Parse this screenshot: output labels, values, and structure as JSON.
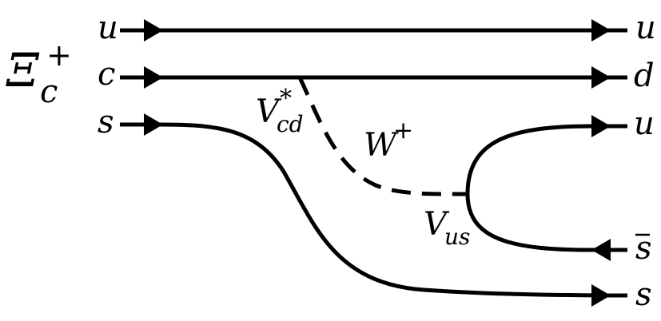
{
  "hadron": {
    "name": "Ξ",
    "sub": "c",
    "sup": "+"
  },
  "incoming": [
    {
      "id": "u",
      "label": "u"
    },
    {
      "id": "c",
      "label": "c"
    },
    {
      "id": "s",
      "label": "s"
    }
  ],
  "outgoing": [
    {
      "id": "u",
      "label": "u"
    },
    {
      "id": "d",
      "label": "d"
    },
    {
      "id": "u2",
      "label": "u"
    },
    {
      "id": "sbar",
      "label": "s"
    },
    {
      "id": "s",
      "label": "s"
    }
  ],
  "boson": {
    "name": "W",
    "sup": "+"
  },
  "vertices": {
    "vcd": {
      "base": "V",
      "sub": "cd",
      "sup": "*"
    },
    "vus": {
      "base": "V",
      "sub": "us"
    }
  },
  "colors": {
    "line": "#000000",
    "background": "#ffffff"
  }
}
